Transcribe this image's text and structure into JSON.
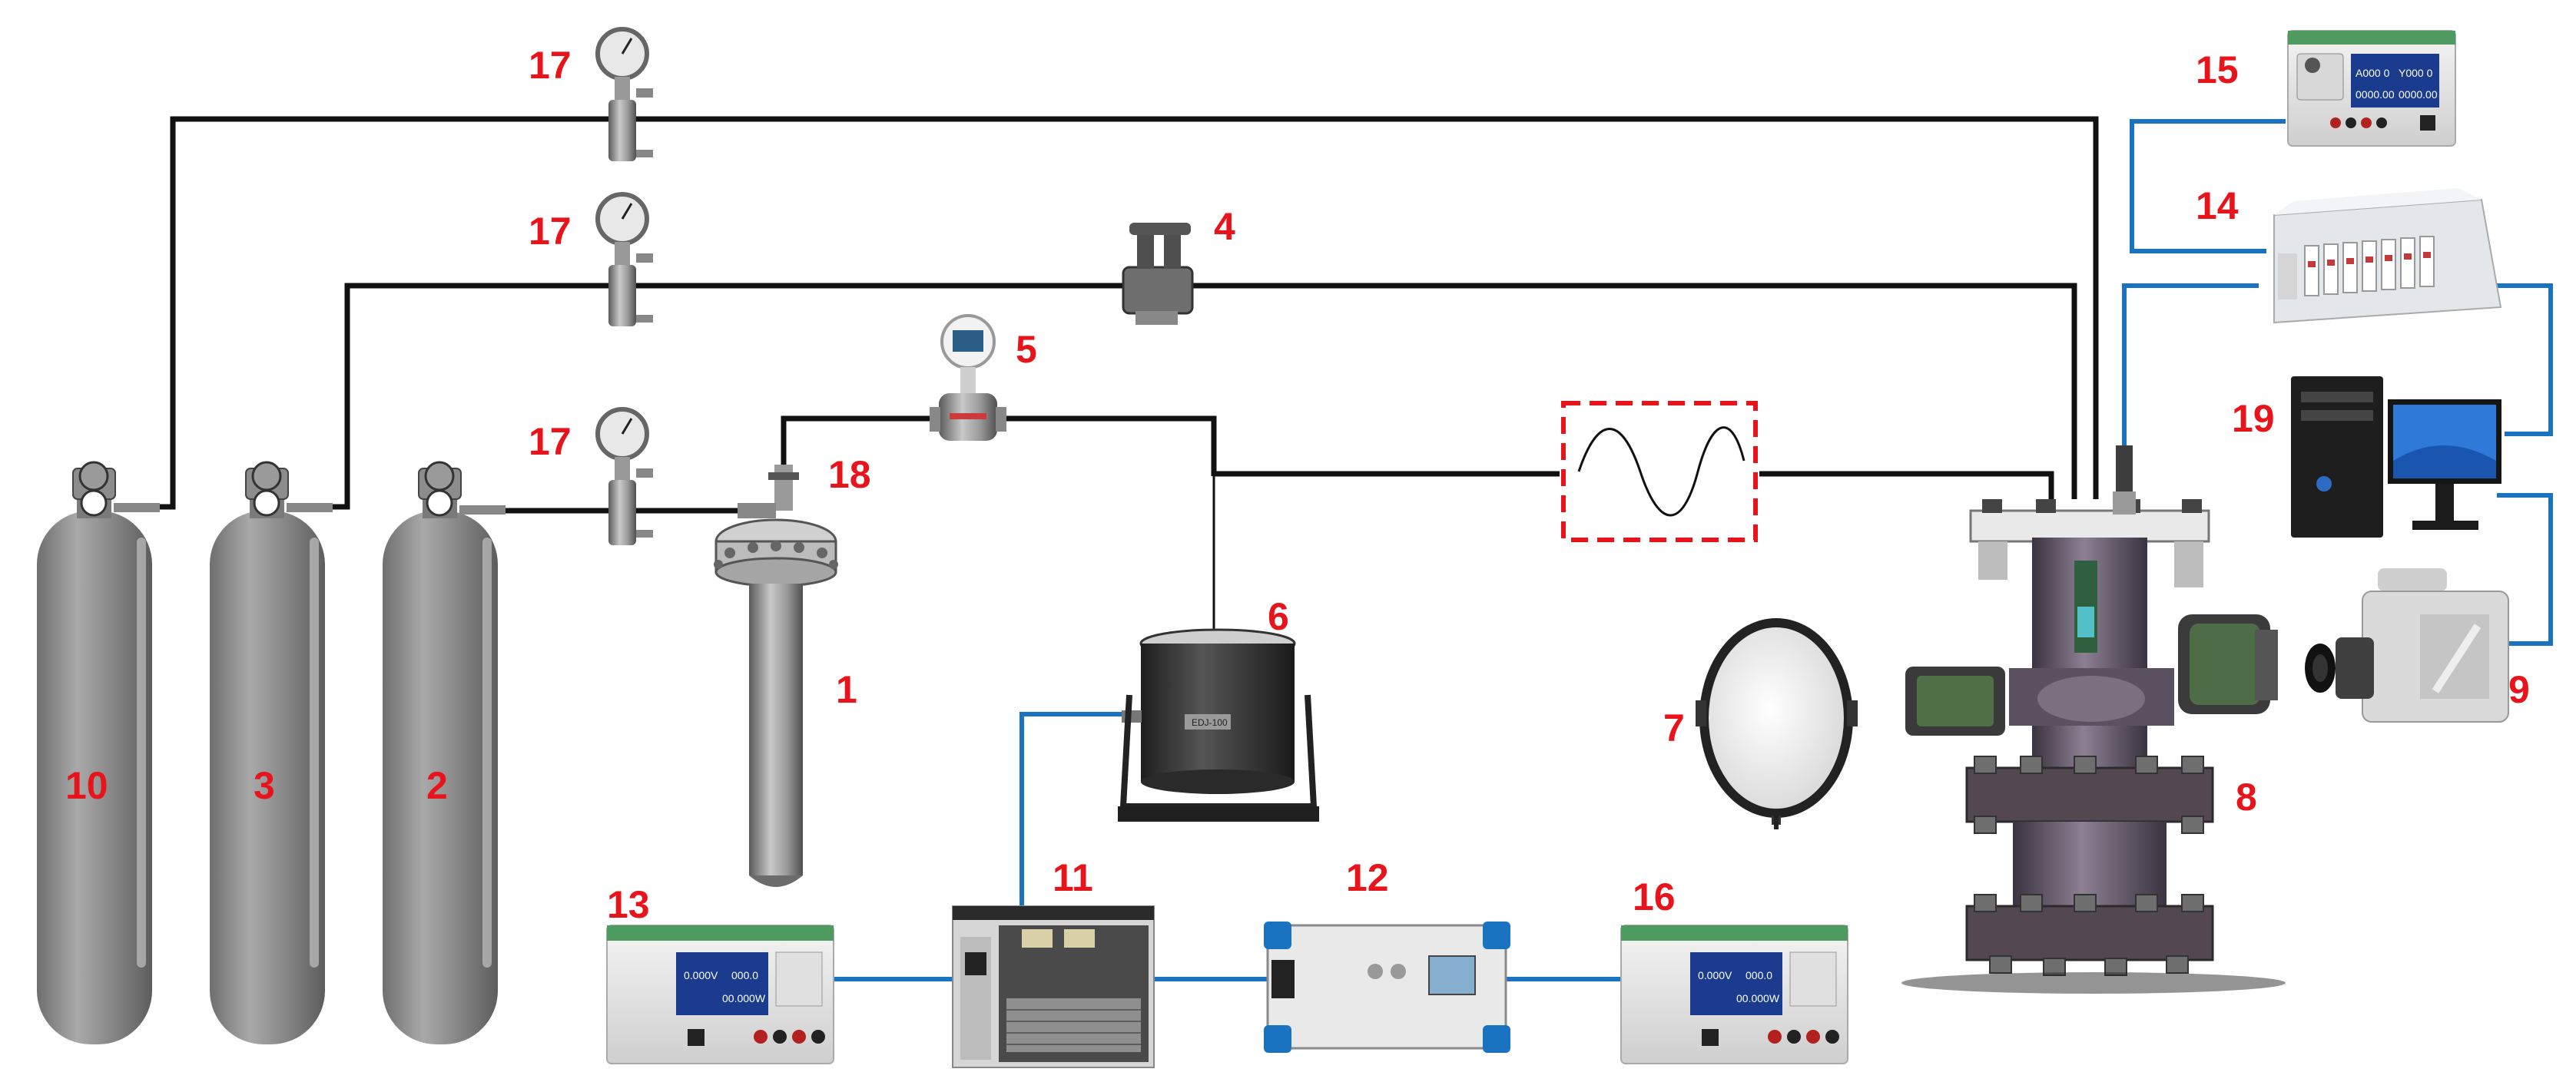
{
  "labels": {
    "n1": "1",
    "n2": "2",
    "n3": "3",
    "n4": "4",
    "n5": "5",
    "n6": "6",
    "n7": "7",
    "n8": "8",
    "n9": "9",
    "n10": "10",
    "n11": "11",
    "n12": "12",
    "n13": "13",
    "n14": "14",
    "n15": "15",
    "n16": "16",
    "n17a": "17",
    "n17b": "17",
    "n17c": "17",
    "n18": "18",
    "n19": "19"
  },
  "device_text": {
    "meter_label": "EDJ-100",
    "psu15_top": "A000 0",
    "psu15_top_b": "Y000 0",
    "psu15_bot": "0000.00",
    "psu15_bot_b": "0000.00",
    "psu13_top": "0.000V",
    "psu13_top_b": "000.0",
    "psu13_bot": "00.000W",
    "psu16_top": "0.000V",
    "psu16_top_b": "000.0",
    "psu16_bot": "00.000W"
  },
  "colors": {
    "gas_line": "#111111",
    "signal_line": "#1a73c0",
    "label": "#e8141b",
    "cylinder": "#8a8a8a"
  }
}
